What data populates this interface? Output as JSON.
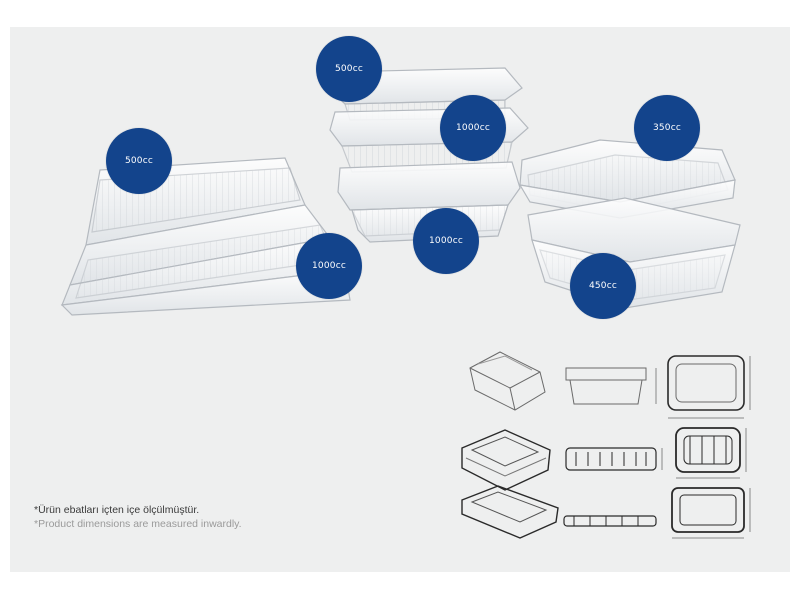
{
  "theme": {
    "badge_color": "#13448c",
    "panel_color": "#eeefef",
    "plastic_stroke": "#b9bec4",
    "drawing_stroke": "#2a2a2a"
  },
  "badges": [
    {
      "id": "left-lid",
      "label": "500cc"
    },
    {
      "id": "left-base",
      "label": "1000cc"
    },
    {
      "id": "middle-top",
      "label": "500cc"
    },
    {
      "id": "middle-mid",
      "label": "1000cc"
    },
    {
      "id": "middle-bottom",
      "label": "1000cc"
    },
    {
      "id": "right-top",
      "label": "350cc"
    },
    {
      "id": "right-bottom",
      "label": "450cc"
    }
  ],
  "note": {
    "turkish": "*Ürün ebatları içten içe ölçülmüştür.",
    "english": "*Product dimensions are measured inwardly."
  }
}
